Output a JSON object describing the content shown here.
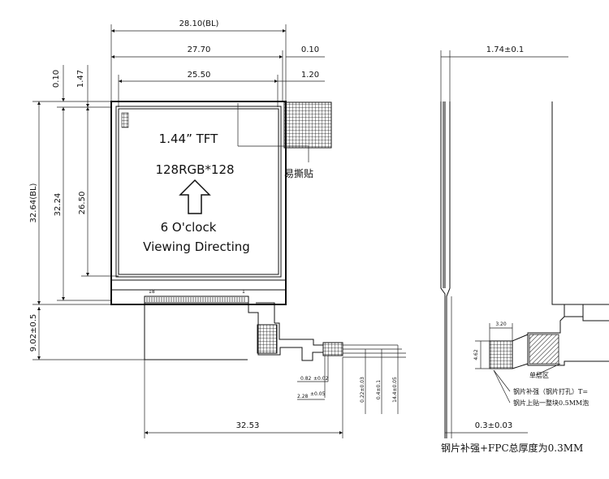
{
  "front_view": {
    "top_dims": {
      "overall_width": "28.10(BL)",
      "outline_width": "27.70",
      "right_offset": "0.10",
      "active_width": "25.50",
      "right_margin": "1.20"
    },
    "left_dims": {
      "top_offset": "0.10",
      "top_margin": "1.47",
      "overall_height": "32.64(BL)",
      "outline_height": "32.24",
      "active_height": "26.50",
      "fpc_length": "9.02±0.5"
    },
    "screen": {
      "size": "1.44” TFT",
      "resolution": "128RGB*128",
      "viewing_line1": "6 O'clock",
      "viewing_line2": "Viewing Directing"
    },
    "callout_label": "易撕贴",
    "pin_first": "18",
    "pin_last": "1",
    "bottom_width": "32.53",
    "fpc_dims": {
      "pitch": "0.82",
      "pitch_tol": "±0.02",
      "pin_width": "2.28",
      "pin_tol": "±0.05",
      "fpc_thickness": "0.22±0.03",
      "stiffener": "0.4±0.1",
      "total": "14.4±0.05"
    }
  },
  "side_view": {
    "thickness": "1.74±0.1",
    "steel_thickness": "0.3±0.03",
    "stiffener_width": "3.20",
    "stiffener_height": "4.62",
    "anchor_label": "单层区",
    "note_line1": "钢片补强（钢片打孔）T=",
    "note_line2": "钢片上贴一整块0.5MM泡",
    "caption": "钢片补强+FPC总厚度为0.3MM"
  }
}
